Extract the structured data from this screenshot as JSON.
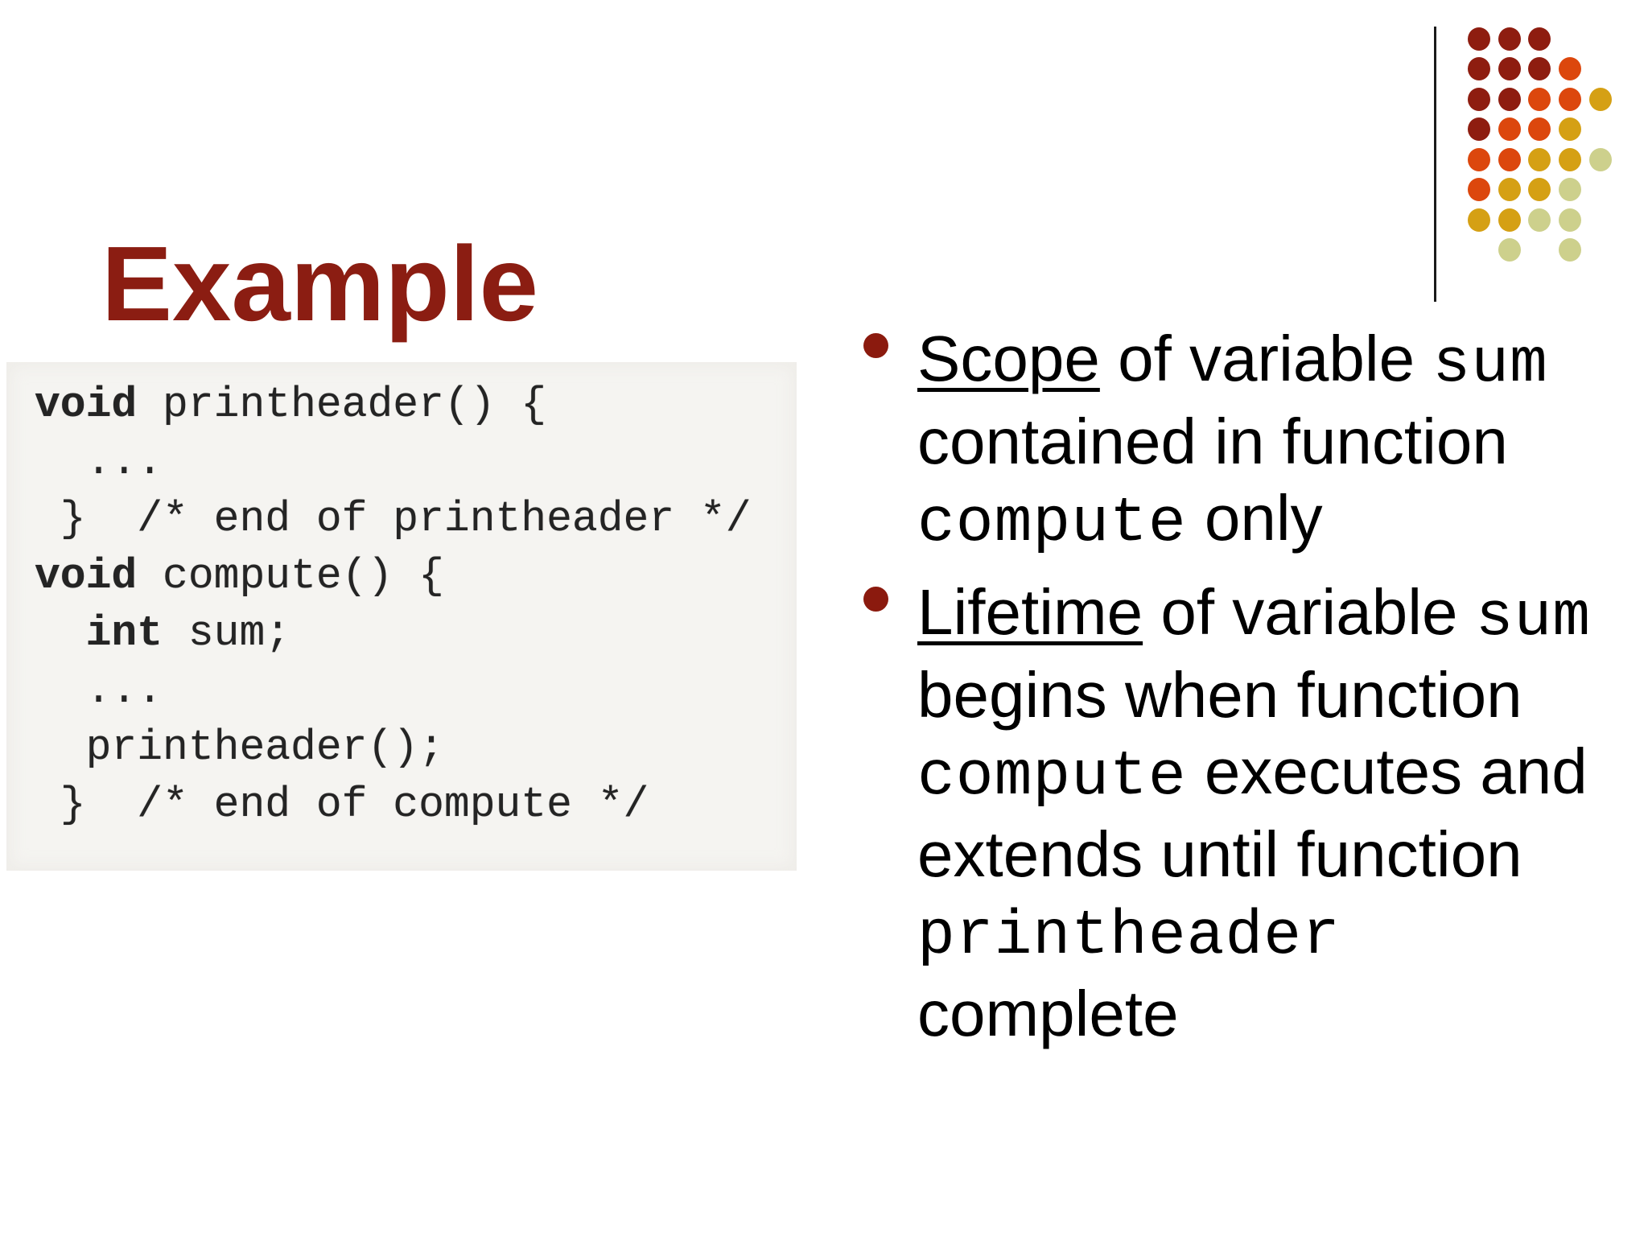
{
  "slide": {
    "title": "Example",
    "title_color": "#8b1d12",
    "background": "#ffffff"
  },
  "decoration": {
    "divider_color": "#1a1a1a",
    "dot_colors": {
      "darkred": "#8e1d10",
      "orange": "#dc470d",
      "gold": "#d5a014",
      "pale": "#cdd08c"
    },
    "pattern": [
      {
        "r": 0,
        "c": 0,
        "k": "darkred"
      },
      {
        "r": 0,
        "c": 1,
        "k": "darkred"
      },
      {
        "r": 0,
        "c": 2,
        "k": "darkred"
      },
      {
        "r": 1,
        "c": 0,
        "k": "darkred"
      },
      {
        "r": 1,
        "c": 1,
        "k": "darkred"
      },
      {
        "r": 1,
        "c": 2,
        "k": "darkred"
      },
      {
        "r": 1,
        "c": 3,
        "k": "orange"
      },
      {
        "r": 2,
        "c": 0,
        "k": "darkred"
      },
      {
        "r": 2,
        "c": 1,
        "k": "darkred"
      },
      {
        "r": 2,
        "c": 2,
        "k": "orange"
      },
      {
        "r": 2,
        "c": 3,
        "k": "orange"
      },
      {
        "r": 2,
        "c": 4,
        "k": "gold"
      },
      {
        "r": 3,
        "c": 0,
        "k": "darkred"
      },
      {
        "r": 3,
        "c": 1,
        "k": "orange"
      },
      {
        "r": 3,
        "c": 2,
        "k": "orange"
      },
      {
        "r": 3,
        "c": 3,
        "k": "gold"
      },
      {
        "r": 4,
        "c": 0,
        "k": "orange"
      },
      {
        "r": 4,
        "c": 1,
        "k": "orange"
      },
      {
        "r": 4,
        "c": 2,
        "k": "gold"
      },
      {
        "r": 4,
        "c": 3,
        "k": "gold"
      },
      {
        "r": 4,
        "c": 4,
        "k": "pale"
      },
      {
        "r": 5,
        "c": 0,
        "k": "orange"
      },
      {
        "r": 5,
        "c": 1,
        "k": "gold"
      },
      {
        "r": 5,
        "c": 2,
        "k": "gold"
      },
      {
        "r": 5,
        "c": 3,
        "k": "pale"
      },
      {
        "r": 6,
        "c": 0,
        "k": "gold"
      },
      {
        "r": 6,
        "c": 1,
        "k": "gold"
      },
      {
        "r": 6,
        "c": 2,
        "k": "pale"
      },
      {
        "r": 6,
        "c": 3,
        "k": "pale"
      },
      {
        "r": 7,
        "c": 1,
        "k": "pale"
      },
      {
        "r": 7,
        "c": 3,
        "k": "pale"
      }
    ]
  },
  "code_panel": {
    "background": "#f5f4f1",
    "text_color": "#242424",
    "lines": [
      [
        {
          "t": "void",
          "bold": true
        },
        {
          "t": " printheader() {"
        }
      ],
      [
        {
          "t": "  ..."
        }
      ],
      [
        {
          "t": " }  /* end of printheader */"
        }
      ],
      [
        {
          "t": "void",
          "bold": true
        },
        {
          "t": " compute() {"
        }
      ],
      [
        {
          "t": "  "
        },
        {
          "t": "int",
          "bold": true
        },
        {
          "t": " sum;"
        }
      ],
      [
        {
          "t": "  ..."
        }
      ],
      [
        {
          "t": "  printheader();"
        }
      ],
      [
        {
          "t": " }  /* end of compute */"
        }
      ]
    ]
  },
  "bullets": {
    "marker_color": "#8b1a0e",
    "items": [
      {
        "lines": [
          [
            {
              "t": "Scope",
              "u": true
            },
            {
              "t": " of variable "
            },
            {
              "t": "sum",
              "mono": true
            }
          ],
          [
            {
              "t": "contained in function"
            }
          ],
          [
            {
              "t": "compute",
              "mono": true
            },
            {
              "t": " only"
            }
          ]
        ]
      },
      {
        "lines": [
          [
            {
              "t": "Lifetime",
              "u": true
            },
            {
              "t": " of variable "
            },
            {
              "t": "sum",
              "mono": true
            }
          ],
          [
            {
              "t": "begins when function"
            }
          ],
          [
            {
              "t": "compute",
              "mono": true
            },
            {
              "t": " executes and"
            }
          ],
          [
            {
              "t": "extends until function"
            }
          ],
          [
            {
              "t": "printheader",
              "mono": true
            }
          ],
          [
            {
              "t": "complete"
            }
          ]
        ]
      }
    ]
  }
}
